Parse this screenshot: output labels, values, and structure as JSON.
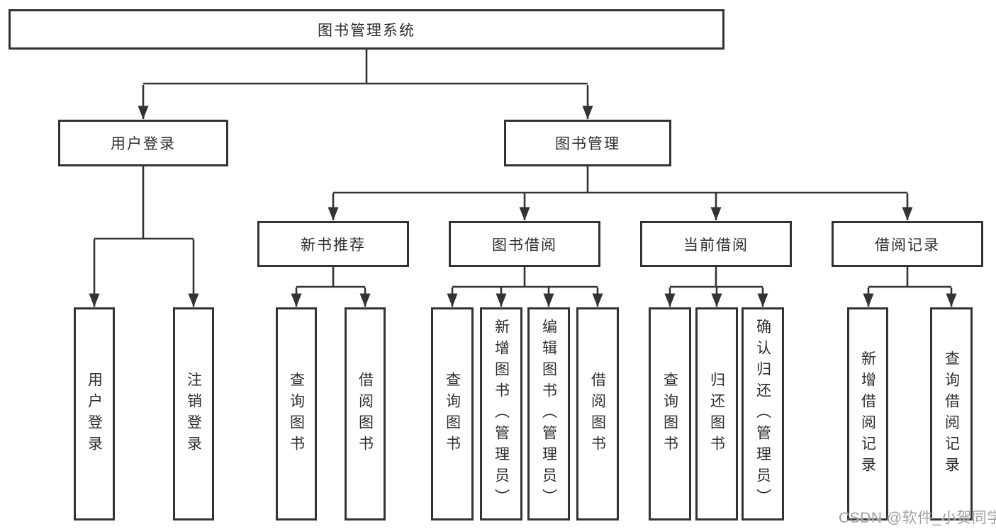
{
  "diagram": {
    "root": {
      "label": "图书管理系统"
    },
    "branches": [
      {
        "label": "用户登录",
        "children": [
          {
            "label": "用户登录"
          },
          {
            "label": "注销登录"
          }
        ]
      },
      {
        "label": "图书管理",
        "children": [
          {
            "label": "新书推荐",
            "children": [
              {
                "label": "查询图书"
              },
              {
                "label": "借阅图书"
              }
            ]
          },
          {
            "label": "图书借阅",
            "children": [
              {
                "label": "查询图书"
              },
              {
                "label": "新增图书（管理员）"
              },
              {
                "label": "编辑图书（管理员）"
              },
              {
                "label": "借阅图书"
              }
            ]
          },
          {
            "label": "当前借阅",
            "children": [
              {
                "label": "查询图书"
              },
              {
                "label": "归还图书"
              },
              {
                "label": "确认归还（管理员）"
              }
            ]
          },
          {
            "label": "借阅记录",
            "children": [
              {
                "label": "新增借阅记录"
              },
              {
                "label": "查询借阅记录"
              }
            ]
          }
        ]
      }
    ]
  },
  "watermark": {
    "text": "CSDN @软件_小贺同学"
  },
  "colors": {
    "line": "#333333",
    "box_border": "#333333",
    "text": "#2d2d2d",
    "watermark": "#9f9f9f",
    "background": "#ffffff"
  }
}
